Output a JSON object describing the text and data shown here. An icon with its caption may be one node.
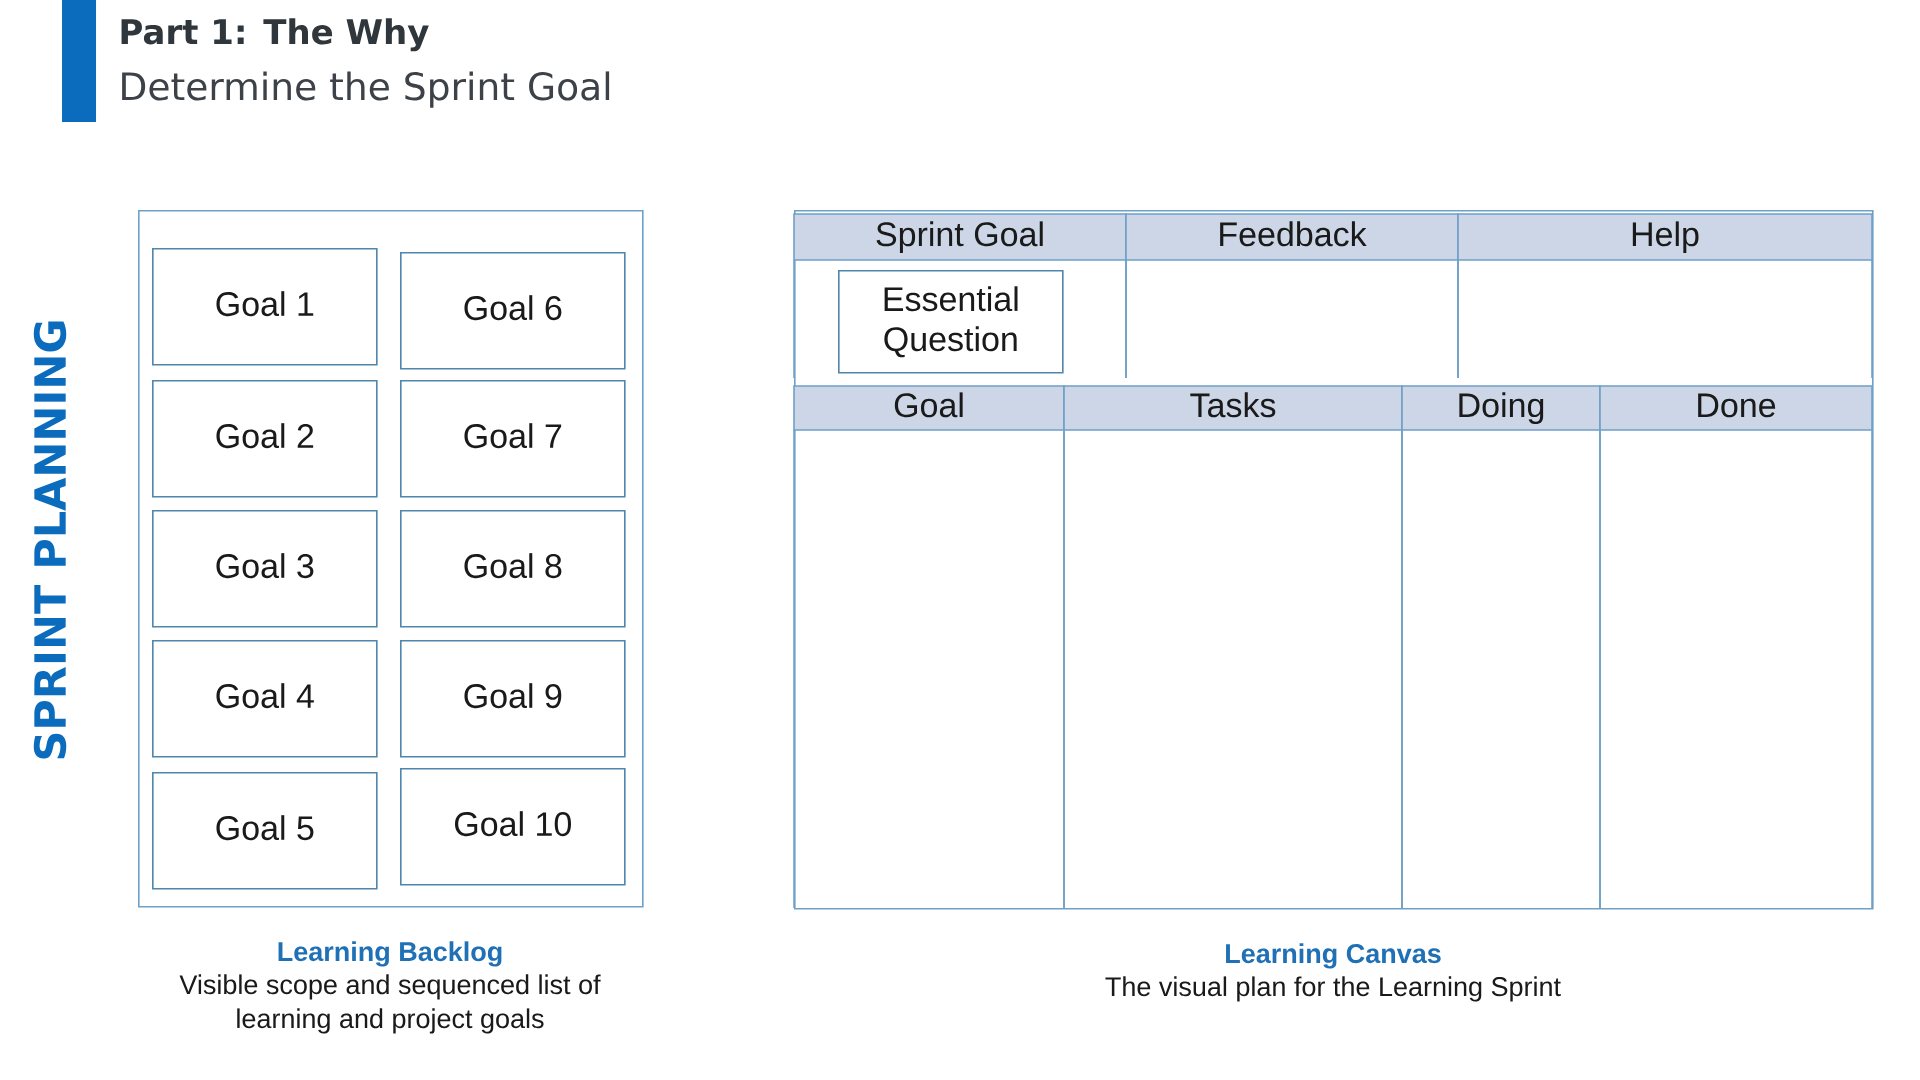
{
  "diagram": {
    "title": "Part 1: The Why",
    "nodes": [
      {
        "text": [
          "Learning Backlog",
          "Visible scope and sequenced list of learning and project goals"
        ]
      },
      {
        "text": [
          "Goal 1"
        ],
        "in": 0
      },
      {
        "text": [
          "Goal 2"
        ],
        "in": 0
      },
      {
        "text": [
          "Goal 3"
        ],
        "in": 0
      },
      {
        "text": [
          "Goal 4"
        ],
        "in": 0
      },
      {
        "text": [
          "Goal 5"
        ],
        "in": 0
      },
      {
        "text": [
          "Goal 6"
        ],
        "in": 0
      },
      {
        "text": [
          "Goal 7"
        ],
        "in": 0
      },
      {
        "text": [
          "Goal 8"
        ],
        "in": 0
      },
      {
        "text": [
          "Goal 9"
        ],
        "in": 0
      },
      {
        "text": [
          "Goal 10"
        ],
        "in": 0
      },
      {
        "text": [
          "Learning Canvas",
          "The visual plan for the Learning Sprint"
        ]
      },
      {
        "text": [
          "Sprint Goal"
        ],
        "in": 11
      },
      {
        "text": [
          "Essential Question"
        ],
        "in": 12
      },
      {
        "text": [
          "Feedback"
        ],
        "in": 11
      },
      {
        "text": [
          "Help"
        ],
        "in": 11
      },
      {
        "text": [
          "Goal"
        ],
        "in": 11
      },
      {
        "text": [
          "Tasks"
        ],
        "in": 11
      },
      {
        "text": [
          "Doing"
        ],
        "in": 11
      },
      {
        "text": [
          "Done"
        ],
        "in": 11
      }
    ],
    "labels": [
      "Determine the Sprint Goal",
      "SPRINT PLANNING"
    ]
  }
}
